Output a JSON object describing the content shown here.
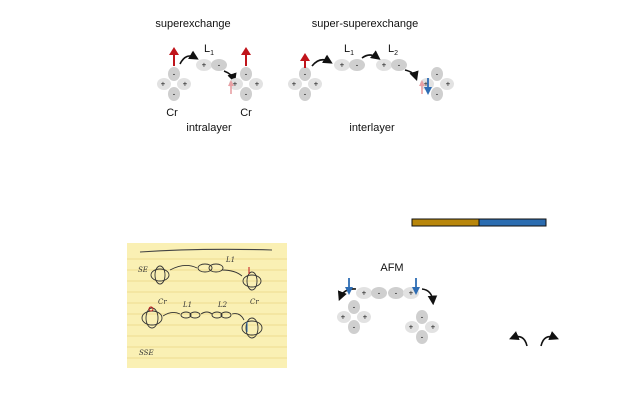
{
  "diagram": {
    "superexchange": {
      "title": "superexchange",
      "ligand_label": "L",
      "ligand_sub": "1",
      "cr_left": "Cr",
      "cr_right": "Cr",
      "caption": "intralayer"
    },
    "super_superexchange": {
      "title": "super-superexchange",
      "ligand1_label": "L",
      "ligand1_sub": "1",
      "ligand2_label": "L",
      "ligand2_sub": "2",
      "caption": "interlayer"
    },
    "afm": {
      "title": "AFM"
    },
    "signs": {
      "plus": "+",
      "minus": "-"
    },
    "color_bar": {
      "left_color": "#b8860b",
      "right_color": "#2b6cb0"
    },
    "sketch": {
      "label_se": "SE",
      "label_sse": "SSE",
      "label_cr": "Cr",
      "label_l1": "L1",
      "label_l2": "L2"
    },
    "colors": {
      "spin_up": "#c0141b",
      "spin_up_faint": "#e8a0a4",
      "spin_down": "#2e6db4",
      "notepad": "#faf0b4",
      "notepad_lines": "#e3c96a"
    }
  }
}
